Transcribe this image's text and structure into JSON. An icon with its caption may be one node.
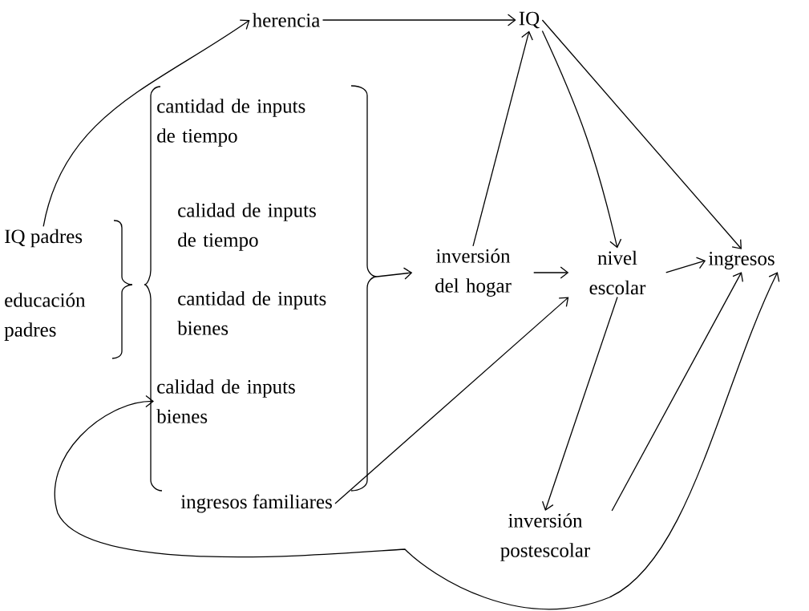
{
  "diagram": {
    "nodes": [
      {
        "text": [
          "herencia"
        ]
      },
      {
        "text": [
          "IQ"
        ]
      },
      {
        "text": [
          "IQ padres"
        ]
      },
      {
        "text": [
          "educación padres"
        ]
      },
      {
        "text": [
          "cantidad de inputs de tiempo"
        ]
      },
      {
        "text": [
          "calidad de inputs de tiempo"
        ]
      },
      {
        "text": [
          "cantidad de inputs bienes"
        ]
      },
      {
        "text": [
          "calidad de inputs bienes"
        ]
      },
      {
        "text": [
          "ingresos familiares"
        ]
      },
      {
        "text": [
          "inversión del hogar"
        ]
      },
      {
        "text": [
          "nivel escolar"
        ]
      },
      {
        "text": [
          "ingresos"
        ]
      },
      {
        "text": [
          "inversión postescolar"
        ]
      }
    ],
    "edges": [
      {
        "from": 2,
        "to": 0,
        "arrow": "to"
      },
      {
        "from": 0,
        "to": 1,
        "arrow": "to"
      },
      {
        "from": 9,
        "to": 1,
        "arrow": "to"
      },
      {
        "from": 1,
        "to": 10,
        "arrow": "to"
      },
      {
        "from": 1,
        "to": 11,
        "arrow": "to"
      },
      {
        "from": null,
        "to": 9,
        "arrow": "to"
      },
      {
        "from": 9,
        "to": 10,
        "arrow": "to"
      },
      {
        "from": 10,
        "to": 11,
        "arrow": "to"
      },
      {
        "from": 10,
        "to": 12,
        "arrow": "to"
      },
      {
        "from": 8,
        "to": 10,
        "arrow": "to"
      },
      {
        "from": 12,
        "to": 11,
        "arrow": "to"
      },
      {
        "from": 11,
        "to": 7,
        "arrow": "both"
      }
    ]
  }
}
